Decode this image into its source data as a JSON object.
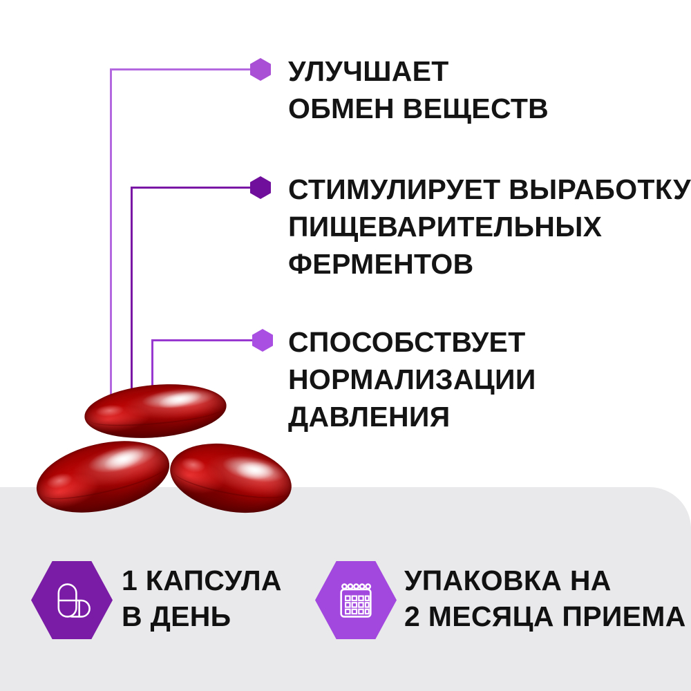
{
  "colors": {
    "background": "#ffffff",
    "text": "#141414",
    "panel": "#e9e9eb",
    "capsule_red": "#cf0808",
    "icon_stroke": "#ffffff"
  },
  "benefits": [
    {
      "lines": [
        "УЛУЧШАЕТ",
        "ОБМЕН ВЕЩЕСТВ"
      ],
      "marker_color": "#a94fd5",
      "connector_color": "#b468e0"
    },
    {
      "lines": [
        "СТИМУЛИРУЕТ ВЫРАБОТКУ",
        "ПИЩЕВАРИТЕЛЬНЫХ",
        "ФЕРМЕНТОВ"
      ],
      "marker_color": "#6f0f9b",
      "connector_color": "#7a17a5"
    },
    {
      "lines": [
        "СПОСОБСТВУЕТ",
        "НОРМАЛИЗАЦИИ",
        "ДАВЛЕНИЯ"
      ],
      "marker_color": "#a950e2",
      "connector_color": "#9838d0"
    }
  ],
  "footer": {
    "panel_color": "#e9e9eb",
    "items": [
      {
        "icon": "capsule-icon",
        "lines": [
          "1 КАПСУЛА",
          "В ДЕНЬ"
        ],
        "hex_color": "#7a1ca5"
      },
      {
        "icon": "calendar-icon",
        "lines": [
          "УПАКОВКА НА",
          "2 МЕСЯЦА ПРИЕМА"
        ],
        "hex_color": "#a348df"
      }
    ]
  }
}
